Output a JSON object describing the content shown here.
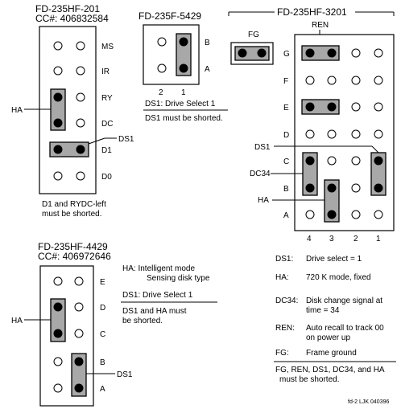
{
  "colors": {
    "board": "#ffffff",
    "jumper": "#a8a8a8",
    "pin_on": "#000000",
    "ink": "#000000"
  },
  "board201": {
    "title": "FD-235HF-201",
    "cc": "CC#:  406832584",
    "rows": [
      "MS",
      "IR",
      "RY",
      "DC",
      "D1",
      "D0"
    ],
    "ha_label": "HA",
    "ds1_label": "DS1",
    "note_1": "D1 and RYDC-left",
    "note_2": "must be shorted."
  },
  "board5429": {
    "title": "FD-235F-5429",
    "rows": [
      "B",
      "A"
    ],
    "cols": [
      "2",
      "1"
    ],
    "desc_1": "DS1:  Drive Select 1",
    "desc_2": "DS1 must be shorted."
  },
  "board3201": {
    "title": "FD-235HF-3201",
    "ren_label": "REN",
    "fg_label": "FG",
    "rows": [
      "G",
      "F",
      "E",
      "D",
      "C",
      "B",
      "A"
    ],
    "cols": [
      "4",
      "3",
      "2",
      "1"
    ],
    "ds1_label": "DS1",
    "dc34_label": "DC34",
    "ha_label": "HA"
  },
  "board4429": {
    "title": "FD-235HF-4429",
    "cc": "CC#:  406972646",
    "rows": [
      "E",
      "D",
      "C",
      "B",
      "A"
    ],
    "ha_label": "HA",
    "ds1_label": "DS1",
    "ha_desc_1": "HA:    Intelligent mode",
    "ha_desc_2": "Sensing disk type",
    "ds1_desc": "DS1:  Drive Select 1",
    "note_1": "DS1 and HA must",
    "note_2": "be shorted."
  },
  "legend": {
    "items": [
      {
        "key": "DS1:",
        "text_1": "Drive select = 1",
        "text_2": ""
      },
      {
        "key": "HA:",
        "text_1": "720 K mode, fixed",
        "text_2": ""
      },
      {
        "key": "DC34:",
        "text_1": "Disk change signal at",
        "text_2": "time = 34"
      },
      {
        "key": "REN:",
        "text_1": "Auto recall to track 00",
        "text_2": "on power up"
      },
      {
        "key": "FG:",
        "text_1": "Frame ground",
        "text_2": ""
      }
    ],
    "note_1": "FG, REN, DS1, DC34, and HA",
    "note_2": "must be shorted."
  },
  "footer": "fd-2 LJK 040396"
}
